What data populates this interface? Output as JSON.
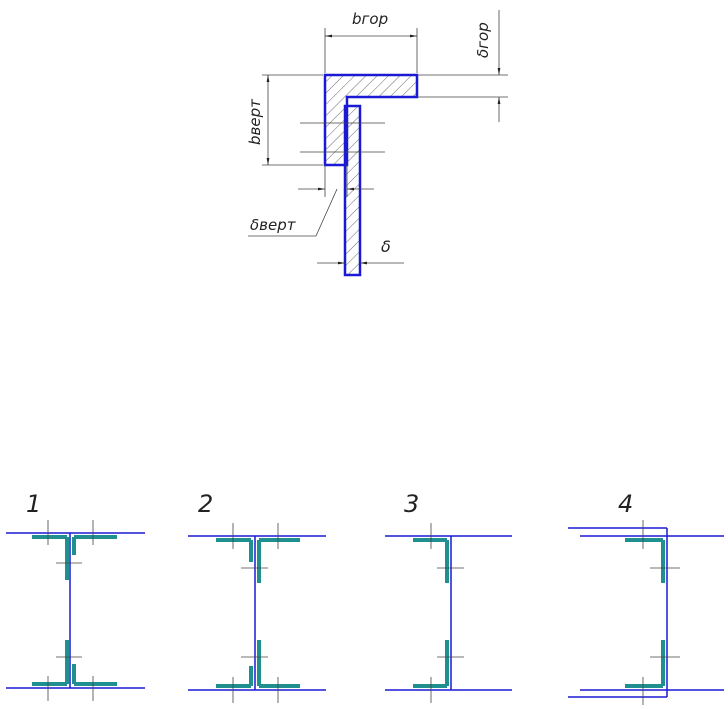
{
  "colors": {
    "outline": "#1a1ad6",
    "angle_profile": "#1f8f8f",
    "dimension_line": "#444444"
  },
  "detail": {
    "labels": {
      "b_gor": "bгор",
      "delta_gor": "δгор",
      "b_vert": "bверт",
      "delta_vert": "δверт",
      "delta": "δ"
    }
  },
  "variants": [
    {
      "label": "1"
    },
    {
      "label": "2"
    },
    {
      "label": "3"
    },
    {
      "label": "4"
    }
  ]
}
